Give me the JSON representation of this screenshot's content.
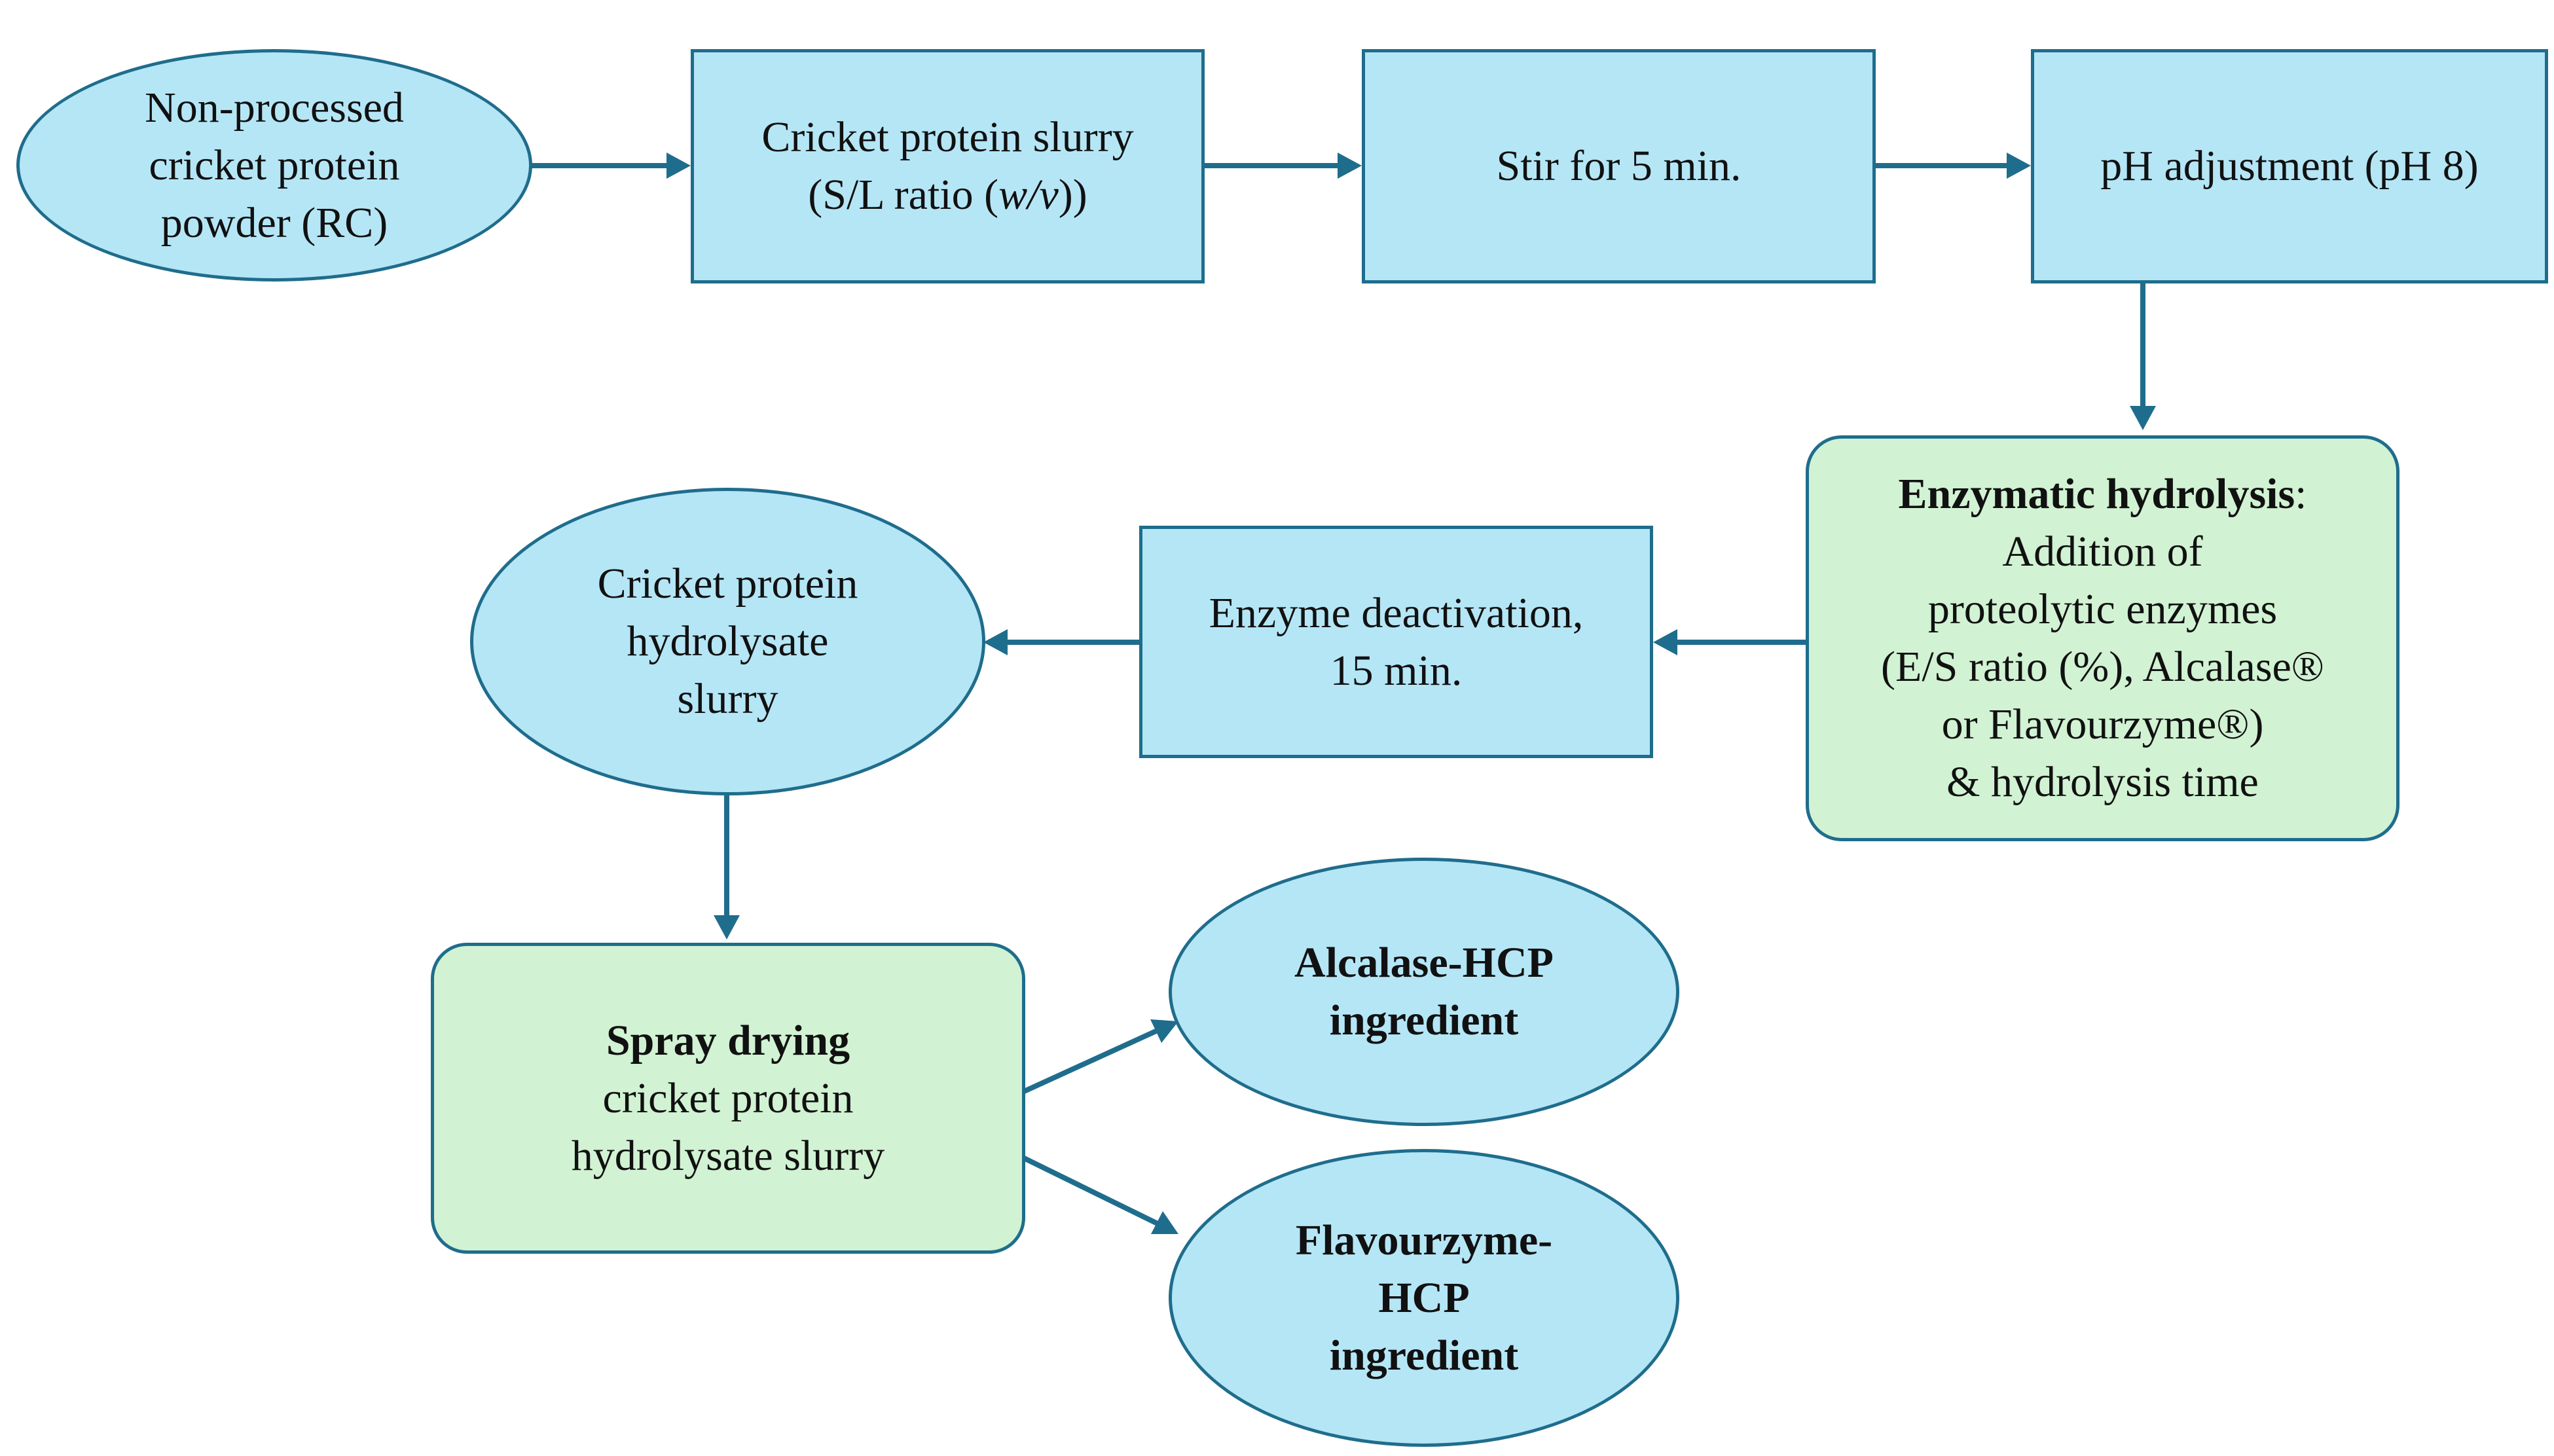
{
  "nodes": {
    "raw_powder": {
      "lines": [
        "Non-processed",
        "cricket protein",
        "powder (RC)"
      ]
    },
    "slurry": {
      "line1": "Cricket protein slurry",
      "line2_prefix": "(S/L ratio (",
      "line2_italic": "w/v",
      "line2_suffix": "))"
    },
    "stir": {
      "text": "Stir for 5 min."
    },
    "ph": {
      "text": "pH adjustment (pH 8)"
    },
    "hydrolysis": {
      "title": "Enzymatic hydrolysis",
      "title_suffix": ":",
      "lines": [
        "Addition of",
        "proteolytic enzymes",
        "(E/S ratio (%), Alcalase®",
        "or Flavourzyme®)",
        "& hydrolysis time"
      ]
    },
    "deactivation": {
      "lines": [
        "Enzyme deactivation,",
        "15 min."
      ]
    },
    "hydrolysate": {
      "lines": [
        "Cricket protein",
        "hydrolysate",
        "slurry"
      ]
    },
    "spray": {
      "title": "Spray drying",
      "lines": [
        "cricket protein",
        "hydrolysate slurry"
      ]
    },
    "alcalase": {
      "lines": [
        "Alcalase-HCP",
        "ingredient"
      ]
    },
    "flavourzyme": {
      "lines": [
        "Flavourzyme-",
        "HCP",
        "ingredient"
      ]
    }
  },
  "colors": {
    "blue_fill": "#b5e6f6",
    "green_fill": "#d1f2d3",
    "stroke": "#1f6d8c"
  }
}
